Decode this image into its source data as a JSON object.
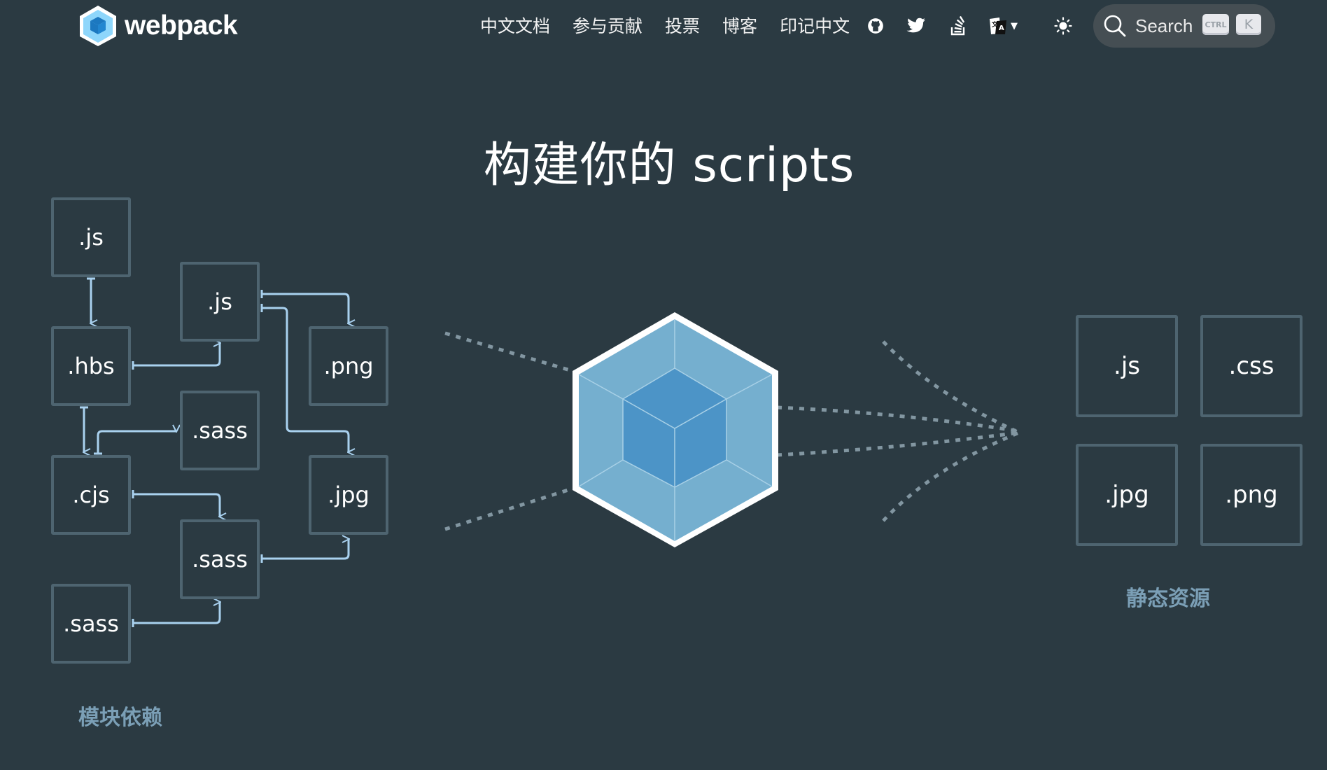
{
  "brand": {
    "name": "webpack"
  },
  "nav": {
    "items": [
      "中文文档",
      "参与贡献",
      "投票",
      "博客",
      "印记中文"
    ],
    "icons": [
      "github-icon",
      "twitter-icon",
      "stack-overflow-icon",
      "language-icon",
      "theme-toggle-icon"
    ]
  },
  "search": {
    "placeholder": "Search",
    "shortcut_modifier": "CTRL",
    "shortcut_key": "K"
  },
  "hero": {
    "title": "构建你的 scripts"
  },
  "modules": {
    "caption": "模块依赖",
    "files": [
      ".js",
      ".hbs",
      ".cjs",
      ".sass",
      ".js",
      ".sass",
      ".sass",
      ".png",
      ".jpg"
    ]
  },
  "assets": {
    "caption": "静态资源",
    "files": [
      ".js",
      ".css",
      ".jpg",
      ".png"
    ]
  },
  "colors": {
    "background": "#2b3a42",
    "box_border": "#4e6470",
    "arrow": "#a9d1ef",
    "cube_light": "#8ed6fb",
    "cube_dark": "#1c78c0",
    "caption": "#7b9fb6",
    "search_bg": "#454e53"
  }
}
